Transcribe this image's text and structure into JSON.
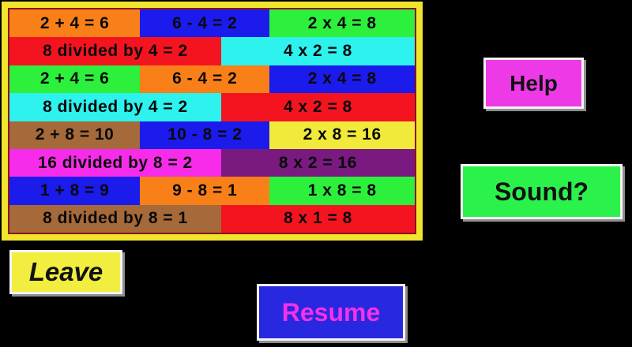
{
  "background_color": "#000000",
  "fact_board": {
    "border_color": "#f0e42c",
    "inner_line_color": "#8b1515",
    "rows": [
      {
        "cells": [
          {
            "label": "2 + 4 = 6",
            "color": "#f98018"
          },
          {
            "label": "6 - 4 = 2",
            "color": "#1b1bec"
          },
          {
            "label": "2 x 4 = 8",
            "color": "#2cf03c"
          }
        ]
      },
      {
        "cells": [
          {
            "label": "8 divided by 4 = 2",
            "color": "#f41420"
          },
          {
            "label": "4 x 2 = 8",
            "color": "#2df2ee"
          }
        ]
      },
      {
        "cells": [
          {
            "label": "2 + 4 = 6",
            "color": "#2cf03c"
          },
          {
            "label": "6 - 4 = 2",
            "color": "#f98018"
          },
          {
            "label": "2 x 4 = 8",
            "color": "#1b1bec"
          }
        ]
      },
      {
        "cells": [
          {
            "label": "8 divided by 4 = 2",
            "color": "#2df2ee"
          },
          {
            "label": "4 x 2 = 8",
            "color": "#f41420"
          }
        ]
      },
      {
        "cells": [
          {
            "label": "2 + 8 = 10",
            "color": "#a5693a"
          },
          {
            "label": "10 - 8 = 2",
            "color": "#1b1bec"
          },
          {
            "label": "2 x 8 = 16",
            "color": "#f2ea3a"
          }
        ]
      },
      {
        "cells": [
          {
            "label": "16 divided by 8 = 2",
            "color": "#f72cea"
          },
          {
            "label": "8 x 2 = 16",
            "color": "#7a1a80"
          }
        ]
      },
      {
        "cells": [
          {
            "label": "1 + 8 = 9",
            "color": "#1b1bec"
          },
          {
            "label": "9 - 8 = 1",
            "color": "#f98018"
          },
          {
            "label": "1 x 8 = 8",
            "color": "#2cf03c"
          }
        ]
      },
      {
        "cells": [
          {
            "label": "8 divided by 8 = 1",
            "color": "#a5693a"
          },
          {
            "label": "8 x 1 = 8",
            "color": "#f41420"
          }
        ]
      }
    ]
  },
  "buttons": {
    "help": {
      "label": "Help",
      "bg": "#ee3ae6",
      "text_color": "#111111"
    },
    "sound": {
      "label": "Sound?",
      "bg": "#2bf24b",
      "text_color": "#111111"
    },
    "leave": {
      "label": "Leave",
      "bg": "#f2ee40",
      "text_color": "#111111"
    },
    "resume": {
      "label": "Resume",
      "bg": "#2828e0",
      "text_color": "#f431e9"
    }
  }
}
